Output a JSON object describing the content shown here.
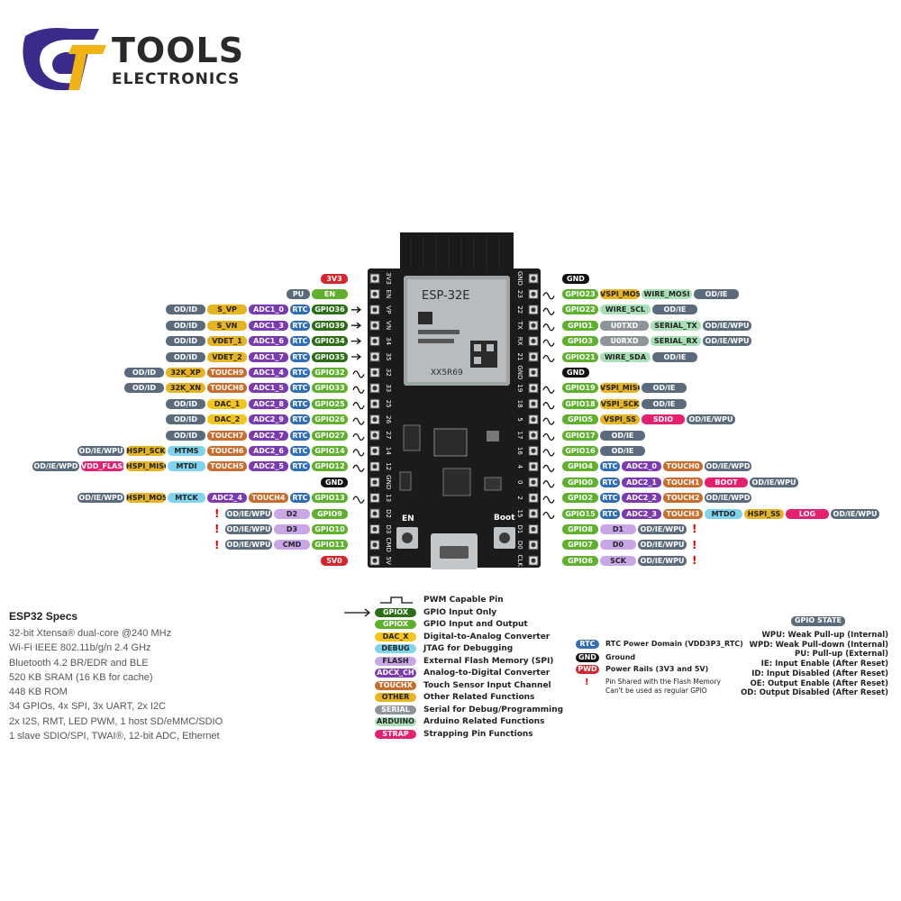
{
  "brand": {
    "line1": "TOOLS",
    "line2": "ELECTRONICS"
  },
  "module": {
    "name": "ESP-32E",
    "chip_id": "XX5R69",
    "fcc": "ESP-32E"
  },
  "buttons": {
    "en": "EN",
    "boot": "Boot"
  },
  "colors": {
    "pwr": "#d6262b",
    "gnd": "#111111",
    "gpio_in": "#2b6e16",
    "gpio": "#5fb12d",
    "dac": "#f5c517",
    "debug": "#7fd3ec",
    "flash": "#c9a7e6",
    "adc": "#7b3ab0",
    "touch": "#c96d2c",
    "other": "#e5b420",
    "serial": "#8e9599",
    "arduino": "#a9dfb7",
    "strap": "#e5216f",
    "rtc": "#2f6eb5",
    "state": "#5b6b7c"
  },
  "left_pins": [
    {
      "num": "3V3",
      "labels": [
        {
          "t": "3V3",
          "c": "pwr"
        }
      ]
    },
    {
      "num": "EN",
      "labels": [
        {
          "t": "EN",
          "c": "gpio"
        },
        {
          "t": "PU",
          "c": "state"
        }
      ]
    },
    {
      "num": "VP",
      "labels": [
        {
          "t": "GPIO36",
          "c": "gpio_in"
        },
        {
          "t": "RTC",
          "c": "rtc"
        },
        {
          "t": "ADC1_0",
          "c": "adc"
        },
        {
          "t": "S_VP",
          "c": "other"
        },
        {
          "t": "OD/ID",
          "c": "state"
        }
      ]
    },
    {
      "num": "VN",
      "labels": [
        {
          "t": "GPIO39",
          "c": "gpio_in"
        },
        {
          "t": "RTC",
          "c": "rtc"
        },
        {
          "t": "ADC1_3",
          "c": "adc"
        },
        {
          "t": "S_VN",
          "c": "other"
        },
        {
          "t": "OD/ID",
          "c": "state"
        }
      ]
    },
    {
      "num": "34",
      "labels": [
        {
          "t": "GPIO34",
          "c": "gpio_in"
        },
        {
          "t": "RTC",
          "c": "rtc"
        },
        {
          "t": "ADC1_6",
          "c": "adc"
        },
        {
          "t": "VDET_1",
          "c": "other"
        },
        {
          "t": "OD/ID",
          "c": "state"
        }
      ]
    },
    {
      "num": "35",
      "labels": [
        {
          "t": "GPIO35",
          "c": "gpio_in"
        },
        {
          "t": "RTC",
          "c": "rtc"
        },
        {
          "t": "ADC1_7",
          "c": "adc"
        },
        {
          "t": "VDET_2",
          "c": "other"
        },
        {
          "t": "OD/ID",
          "c": "state"
        }
      ]
    },
    {
      "num": "32",
      "labels": [
        {
          "t": "GPIO32",
          "c": "gpio"
        },
        {
          "t": "RTC",
          "c": "rtc"
        },
        {
          "t": "ADC1_4",
          "c": "adc"
        },
        {
          "t": "TOUCH9",
          "c": "touch"
        },
        {
          "t": "32K_XP",
          "c": "other"
        },
        {
          "t": "OD/ID",
          "c": "state"
        }
      ]
    },
    {
      "num": "33",
      "labels": [
        {
          "t": "GPIO33",
          "c": "gpio"
        },
        {
          "t": "RTC",
          "c": "rtc"
        },
        {
          "t": "ADC1_5",
          "c": "adc"
        },
        {
          "t": "TOUCH8",
          "c": "touch"
        },
        {
          "t": "32K_XN",
          "c": "other"
        },
        {
          "t": "OD/ID",
          "c": "state"
        }
      ]
    },
    {
      "num": "25",
      "labels": [
        {
          "t": "GPIO25",
          "c": "gpio"
        },
        {
          "t": "RTC",
          "c": "rtc"
        },
        {
          "t": "ADC2_8",
          "c": "adc"
        },
        {
          "t": "DAC_1",
          "c": "dac"
        },
        {
          "t": "OD/ID",
          "c": "state"
        }
      ]
    },
    {
      "num": "26",
      "labels": [
        {
          "t": "GPIO26",
          "c": "gpio"
        },
        {
          "t": "RTC",
          "c": "rtc"
        },
        {
          "t": "ADC2_9",
          "c": "adc"
        },
        {
          "t": "DAC_2",
          "c": "dac"
        },
        {
          "t": "OD/ID",
          "c": "state"
        }
      ]
    },
    {
      "num": "27",
      "labels": [
        {
          "t": "GPIO27",
          "c": "gpio"
        },
        {
          "t": "RTC",
          "c": "rtc"
        },
        {
          "t": "ADC2_7",
          "c": "adc"
        },
        {
          "t": "TOUCH7",
          "c": "touch"
        },
        {
          "t": "OD/ID",
          "c": "state"
        }
      ]
    },
    {
      "num": "14",
      "labels": [
        {
          "t": "GPIO14",
          "c": "gpio"
        },
        {
          "t": "RTC",
          "c": "rtc"
        },
        {
          "t": "ADC2_6",
          "c": "adc"
        },
        {
          "t": "TOUCH6",
          "c": "touch"
        },
        {
          "t": "MTMS",
          "c": "debug"
        },
        {
          "t": "HSPI_SCK",
          "c": "other"
        },
        {
          "t": "OD/IE/WPU",
          "c": "state"
        }
      ]
    },
    {
      "num": "12",
      "labels": [
        {
          "t": "GPIO12",
          "c": "gpio"
        },
        {
          "t": "RTC",
          "c": "rtc"
        },
        {
          "t": "ADC2_5",
          "c": "adc"
        },
        {
          "t": "TOUCH5",
          "c": "touch"
        },
        {
          "t": "MTDI",
          "c": "debug"
        },
        {
          "t": "HSPI_MISO",
          "c": "other"
        },
        {
          "t": "VDD_FLASH",
          "c": "strap"
        },
        {
          "t": "OD/IE/WPD",
          "c": "state"
        }
      ]
    },
    {
      "num": "GND",
      "labels": [
        {
          "t": "GND",
          "c": "gnd"
        }
      ]
    },
    {
      "num": "13",
      "labels": [
        {
          "t": "GPIO13",
          "c": "gpio"
        },
        {
          "t": "RTC",
          "c": "rtc"
        },
        {
          "t": "TOUCH4",
          "c": "touch"
        },
        {
          "t": "ADC2_4",
          "c": "adc"
        },
        {
          "t": "MTCK",
          "c": "debug"
        },
        {
          "t": "HSPI_MOSI",
          "c": "other"
        },
        {
          "t": "OD/IE/WPD",
          "c": "state"
        }
      ]
    },
    {
      "num": "D2",
      "labels": [
        {
          "t": "GPIO9",
          "c": "gpio"
        },
        {
          "t": "D2",
          "c": "flash"
        },
        {
          "t": "OD/IE/WPU",
          "c": "state"
        }
      ],
      "warn": true
    },
    {
      "num": "D3",
      "labels": [
        {
          "t": "GPIO10",
          "c": "gpio"
        },
        {
          "t": "D3",
          "c": "flash"
        },
        {
          "t": "OD/IE/WPU",
          "c": "state"
        }
      ],
      "warn": true
    },
    {
      "num": "CMD",
      "labels": [
        {
          "t": "GPIO11",
          "c": "gpio"
        },
        {
          "t": "CMD",
          "c": "flash"
        },
        {
          "t": "OD/IE/WPU",
          "c": "state"
        }
      ],
      "warn": true
    },
    {
      "num": "5V",
      "labels": [
        {
          "t": "5V0",
          "c": "pwr"
        }
      ]
    }
  ],
  "right_pins": [
    {
      "num": "GND",
      "labels": [
        {
          "t": "GND",
          "c": "gnd"
        }
      ]
    },
    {
      "num": "23",
      "labels": [
        {
          "t": "GPIO23",
          "c": "gpio"
        },
        {
          "t": "VSPI_MOSI",
          "c": "other"
        },
        {
          "t": "WIRE_MOSI",
          "c": "arduino"
        },
        {
          "t": "OD/IE",
          "c": "state"
        }
      ]
    },
    {
      "num": "22",
      "labels": [
        {
          "t": "GPIO22",
          "c": "gpio"
        },
        {
          "t": "WIRE_SCL",
          "c": "arduino"
        },
        {
          "t": "OD/IE",
          "c": "state"
        }
      ]
    },
    {
      "num": "TX",
      "labels": [
        {
          "t": "GPIO1",
          "c": "gpio"
        },
        {
          "t": "U0TXD",
          "c": "serial"
        },
        {
          "t": "SERIAL_TX",
          "c": "arduino"
        },
        {
          "t": "OD/IE/WPU",
          "c": "state"
        }
      ]
    },
    {
      "num": "RX",
      "labels": [
        {
          "t": "GPIO3",
          "c": "gpio"
        },
        {
          "t": "U0RXD",
          "c": "serial"
        },
        {
          "t": "SERIAL_RX",
          "c": "arduino"
        },
        {
          "t": "OD/IE/WPU",
          "c": "state"
        }
      ]
    },
    {
      "num": "21",
      "labels": [
        {
          "t": "GPIO21",
          "c": "gpio"
        },
        {
          "t": "WIRE_SDA",
          "c": "arduino"
        },
        {
          "t": "OD/IE",
          "c": "state"
        }
      ]
    },
    {
      "num": "GND",
      "labels": [
        {
          "t": "GND",
          "c": "gnd"
        }
      ]
    },
    {
      "num": "19",
      "labels": [
        {
          "t": "GPIO19",
          "c": "gpio"
        },
        {
          "t": "VSPI_MISO",
          "c": "other"
        },
        {
          "t": "OD/IE",
          "c": "state"
        }
      ]
    },
    {
      "num": "18",
      "labels": [
        {
          "t": "GPIO18",
          "c": "gpio"
        },
        {
          "t": "VSPI_SCK",
          "c": "other"
        },
        {
          "t": "OD/IE",
          "c": "state"
        }
      ]
    },
    {
      "num": "5",
      "labels": [
        {
          "t": "GPIO5",
          "c": "gpio"
        },
        {
          "t": "VSPI_SS",
          "c": "other"
        },
        {
          "t": "SDIO",
          "c": "strap"
        },
        {
          "t": "OD/IE/WPU",
          "c": "state"
        }
      ]
    },
    {
      "num": "17",
      "labels": [
        {
          "t": "GPIO17",
          "c": "gpio"
        },
        {
          "t": "OD/IE",
          "c": "state"
        }
      ]
    },
    {
      "num": "16",
      "labels": [
        {
          "t": "GPIO16",
          "c": "gpio"
        },
        {
          "t": "OD/IE",
          "c": "state"
        }
      ]
    },
    {
      "num": "4",
      "labels": [
        {
          "t": "GPIO4",
          "c": "gpio"
        },
        {
          "t": "RTC",
          "c": "rtc"
        },
        {
          "t": "ADC2_0",
          "c": "adc"
        },
        {
          "t": "TOUCH0",
          "c": "touch"
        },
        {
          "t": "OD/IE/WPD",
          "c": "state"
        }
      ]
    },
    {
      "num": "0",
      "labels": [
        {
          "t": "GPIO0",
          "c": "gpio"
        },
        {
          "t": "RTC",
          "c": "rtc"
        },
        {
          "t": "ADC2_1",
          "c": "adc"
        },
        {
          "t": "TOUCH1",
          "c": "touch"
        },
        {
          "t": "BOOT",
          "c": "strap"
        },
        {
          "t": "OD/IE/WPU",
          "c": "state"
        }
      ]
    },
    {
      "num": "2",
      "labels": [
        {
          "t": "GPIO2",
          "c": "gpio"
        },
        {
          "t": "RTC",
          "c": "rtc"
        },
        {
          "t": "ADC2_2",
          "c": "adc"
        },
        {
          "t": "TOUCH2",
          "c": "touch"
        },
        {
          "t": "OD/IE/WPD",
          "c": "state"
        }
      ]
    },
    {
      "num": "15",
      "labels": [
        {
          "t": "GPIO15",
          "c": "gpio"
        },
        {
          "t": "RTC",
          "c": "rtc"
        },
        {
          "t": "ADC2_3",
          "c": "adc"
        },
        {
          "t": "TOUCH3",
          "c": "touch"
        },
        {
          "t": "MTDO",
          "c": "debug"
        },
        {
          "t": "HSPI_SS",
          "c": "other"
        },
        {
          "t": "LOG",
          "c": "strap"
        },
        {
          "t": "OD/IE/WPU",
          "c": "state"
        }
      ]
    },
    {
      "num": "D1",
      "labels": [
        {
          "t": "GPIO8",
          "c": "gpio"
        },
        {
          "t": "D1",
          "c": "flash"
        },
        {
          "t": "OD/IE/WPU",
          "c": "state"
        }
      ],
      "warn": true
    },
    {
      "num": "D0",
      "labels": [
        {
          "t": "GPIO7",
          "c": "gpio"
        },
        {
          "t": "D0",
          "c": "flash"
        },
        {
          "t": "OD/IE/WPU",
          "c": "state"
        }
      ],
      "warn": true
    },
    {
      "num": "CLK",
      "labels": [
        {
          "t": "GPIO6",
          "c": "gpio"
        },
        {
          "t": "SCK",
          "c": "flash"
        },
        {
          "t": "OD/IE/WPU",
          "c": "state"
        }
      ],
      "warn": true
    }
  ],
  "specs": {
    "title": "ESP32 Specs",
    "lines": [
      "32-bit Xtensa® dual-core @240 MHz",
      "Wi-Fi IEEE 802.11b/g/n 2.4 GHz",
      "Bluetooth 4.2 BR/EDR and BLE",
      "520 KB SRAM (16 KB for cache)",
      "448 KB ROM",
      "34 GPIOs, 4x SPI, 3x UART, 2x I2C",
      "2x I2S, RMT, LED PWM, 1 host SD/eMMC/SDIO",
      "1 slave SDIO/SPI, TWAI®, 12-bit ADC, Ethernet"
    ]
  },
  "legend": [
    {
      "pill": "",
      "c": "none",
      "text": "PWM Capable Pin",
      "icon": "pwm"
    },
    {
      "pill": "GPIOX",
      "c": "gpio_in",
      "text": "GPIO Input Only",
      "icon": "arrow"
    },
    {
      "pill": "GPIOX",
      "c": "gpio",
      "text": "GPIO Input and Output"
    },
    {
      "pill": "DAC_X",
      "c": "dac",
      "text": "Digital-to-Analog Converter"
    },
    {
      "pill": "DEBUG",
      "c": "debug",
      "text": "JTAG for Debugging"
    },
    {
      "pill": "FLASH",
      "c": "flash",
      "text": "External Flash Memory (SPI)"
    },
    {
      "pill": "ADCX_CH",
      "c": "adc",
      "text": "Analog-to-Digital Converter"
    },
    {
      "pill": "TOUCHX",
      "c": "touch",
      "text": "Touch Sensor Input Channel"
    },
    {
      "pill": "OTHER",
      "c": "other",
      "text": "Other Related Functions"
    },
    {
      "pill": "SERIAL",
      "c": "serial",
      "text": "Serial for Debug/Programming"
    },
    {
      "pill": "ARDUINO",
      "c": "arduino",
      "text": "Arduino Related Functions"
    },
    {
      "pill": "STRAP",
      "c": "strap",
      "text": "Strapping Pin Functions"
    }
  ],
  "legend2": [
    {
      "pill": "RTC",
      "c": "rtc",
      "text": "RTC Power Domain (VDD3P3_RTC)"
    },
    {
      "pill": "GND",
      "c": "gnd",
      "text": "Ground"
    },
    {
      "pill": "PWD",
      "c": "pwr",
      "text": "Power Rails (3V3 and 5V)"
    },
    {
      "pill": "!",
      "c": "warn",
      "text": "Pin Shared with the Flash Memory",
      "text2": "Can't be used as regular GPIO"
    }
  ],
  "gpio_state": {
    "title": "GPIO STATE",
    "lines": [
      "WPU: Weak Pull-up (Internal)",
      "WPD: Weak Pull-down (Internal)",
      "PU: Pull-up (External)",
      "IE: Input Enable (After Reset)",
      "ID: Input Disabled (After Reset)",
      "OE: Output Enable (After Reset)",
      "OD: Output Disabled (After Reset)"
    ]
  }
}
